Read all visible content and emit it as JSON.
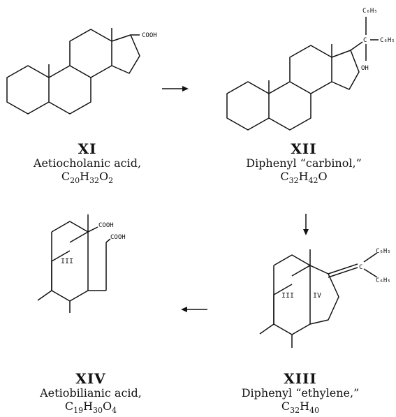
{
  "compounds": [
    {
      "id": "XI",
      "numeral": "XI",
      "name": "Aetiocholanic acid,",
      "formula": [
        [
          "C",
          "20"
        ],
        [
          "H",
          "32"
        ],
        [
          "O",
          "2"
        ]
      ],
      "groups": {
        "acid": "COOH"
      }
    },
    {
      "id": "XII",
      "numeral": "XII",
      "name": "Diphenyl “carbinol,”",
      "formula": [
        [
          "C",
          "32"
        ],
        [
          "H",
          "42"
        ],
        [
          "O",
          ""
        ]
      ],
      "groups": {
        "phenyl_top": "C₆H₅",
        "carbon": "C",
        "phenyl_right": "C₆H₅",
        "hydroxyl": "OH"
      }
    },
    {
      "id": "XIII",
      "numeral": "XIII",
      "name": "Diphenyl “ethylene,”",
      "formula": [
        [
          "C",
          "32"
        ],
        [
          "H",
          "40"
        ]
      ],
      "groups": {
        "carbon": "C",
        "phenyl_top": "C₆H₅",
        "phenyl_bottom": "C₆H₅",
        "ring_c": "III",
        "ring_d": "IV"
      }
    },
    {
      "id": "XIV",
      "numeral": "XIV",
      "name": "Aetiobilianic acid,",
      "formula": [
        [
          "C",
          "19"
        ],
        [
          "H",
          "30"
        ],
        [
          "O",
          "4"
        ]
      ],
      "groups": {
        "acid_top": "COOH",
        "acid_side": "COOH",
        "ring_c": "III"
      }
    }
  ],
  "arrows": [
    {
      "from": "XI",
      "to": "XII",
      "direction": "right"
    },
    {
      "from": "XII",
      "to": "XIII",
      "direction": "down"
    },
    {
      "from": "XIII",
      "to": "XIV",
      "direction": "left"
    }
  ]
}
